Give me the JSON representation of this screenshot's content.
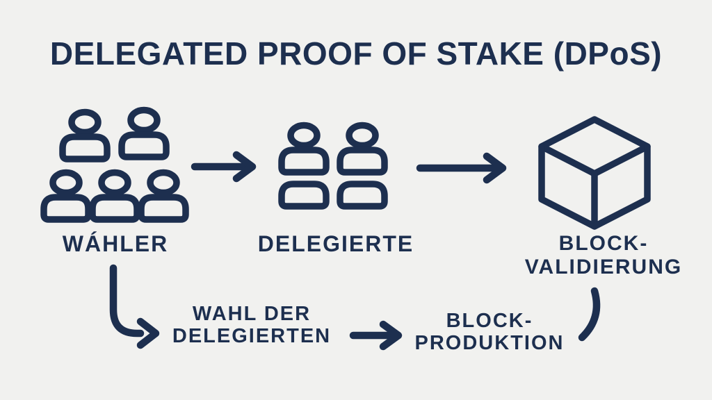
{
  "title": "DELEGATED PROOF OF STAKE (DPoS)",
  "colors": {
    "background": "#f1f1ef",
    "ink": "#1d2f4f"
  },
  "nodes": {
    "voters": {
      "label": "WÁHLER",
      "icon": "five-people-group"
    },
    "delegates": {
      "label": "DELEGIERTE",
      "icon": "delegates-group"
    },
    "block_validation": {
      "label_line1": "BLOCK-",
      "label_line2": "VALIDIERUNG",
      "icon": "cube"
    },
    "delegate_election": {
      "label_line1": "WAHL DER",
      "label_line2": "DELEGIERTEN"
    },
    "block_production": {
      "label_line1": "BLOCK-",
      "label_line2": "PRODUKTION"
    }
  },
  "flow": {
    "arrow1": "voters-to-delegates",
    "arrow2": "delegates-to-block-validation",
    "arrow3": "voters-to-delegate-election",
    "arrow4": "delegate-election-to-block-production",
    "connector": "block-production-to-block-validation"
  }
}
